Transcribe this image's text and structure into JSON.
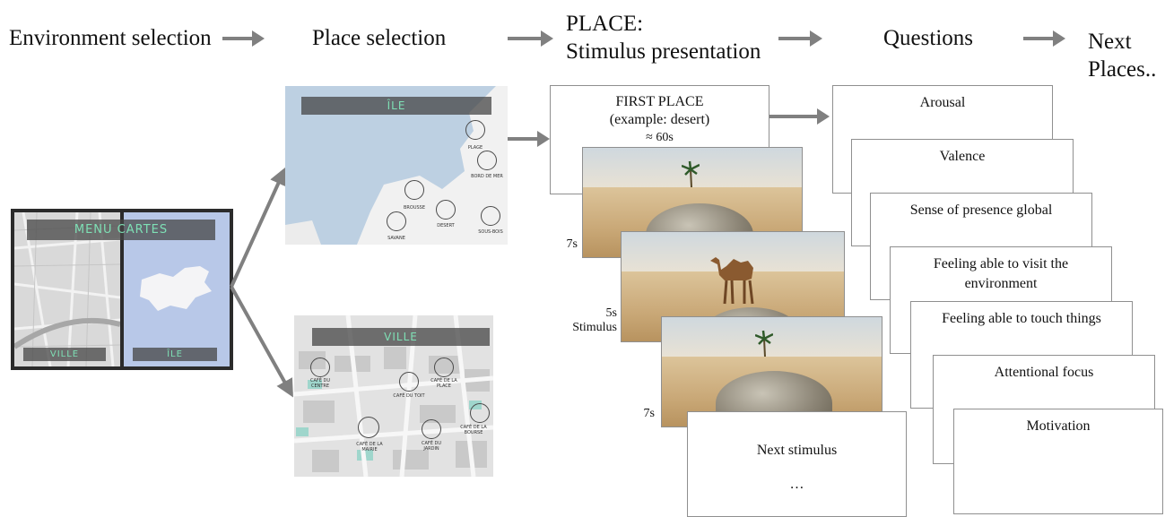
{
  "headers": {
    "environment": "Environment selection",
    "place": "Place selection",
    "stimulus_line1": "PLACE:",
    "stimulus_line2": "Stimulus presentation",
    "questions": "Questions",
    "next_line1": "Next",
    "next_line2": "Places.."
  },
  "menu": {
    "title": "MENU CARTES",
    "left_label": "VILLE",
    "right_label": "ÎLE"
  },
  "ile_map": {
    "title": "ÎLE",
    "places": [
      "PLAGE",
      "BORD DE MER",
      "BROUSSE",
      "DESERT",
      "SAVANE",
      "SOUS-BOIS"
    ]
  },
  "ville_map": {
    "title": "VILLE",
    "places": [
      "CAFÉ DU CENTRE",
      "CAFÉ DU TOIT",
      "CAFÉ DE LA PLACE",
      "CAFÉ DE LA MAIRIE",
      "CAFÉ DU JARDIN",
      "CAFÉ DE LA BOURSE"
    ]
  },
  "stimulus": {
    "title": "FIRST PLACE",
    "example": "(example: desert)",
    "duration": "≈ 60s",
    "t1": "7s",
    "t2_line1": "5s",
    "t2_line2": "Stimulus",
    "t3": "7s",
    "next": "Next stimulus",
    "ellipsis": "…"
  },
  "questions": [
    "Arousal",
    "Valence",
    "Sense of presence global",
    "Feeling able to visit the environment",
    "Feeling able to touch things",
    "Attentional focus",
    "Motivation"
  ],
  "colors": {
    "arrow": "#808080",
    "map_text": "#7ee0b5",
    "border": "#8f8f8f"
  }
}
